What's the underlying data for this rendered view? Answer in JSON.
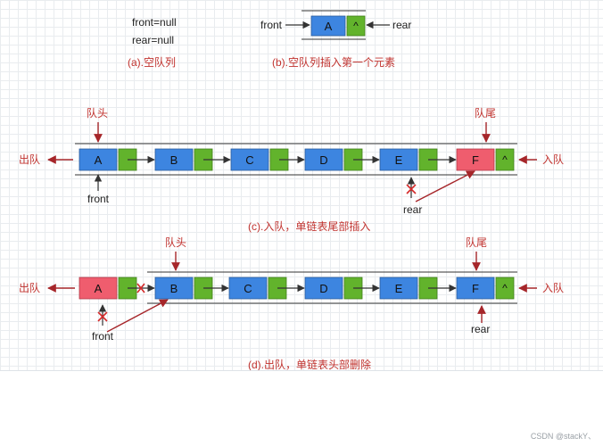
{
  "colors": {
    "node_blue": "#3d85e0",
    "node_green": "#62b32c",
    "node_red": "#ef5d6e",
    "caption_red": "#c1332f",
    "arrow_red": "#a6262a",
    "line_dark": "#333333"
  },
  "panel_a": {
    "front_text": "front=null",
    "rear_text": "rear=null",
    "caption": "(a).空队列"
  },
  "panel_b": {
    "front_label": "front",
    "rear_label": "rear",
    "node_value": "A",
    "null_symbol": "^",
    "caption": "(b).空队列插入第一个元素"
  },
  "panel_c": {
    "head_label": "队头",
    "tail_label": "队尾",
    "dequeue_label": "出队",
    "enqueue_label": "入队",
    "nodes": [
      "A",
      "B",
      "C",
      "D",
      "E",
      "F"
    ],
    "null_symbol": "^",
    "front_label": "front",
    "rear_label": "rear",
    "caption": "(c).入队，单链表尾部插入"
  },
  "panel_d": {
    "head_label": "队头",
    "tail_label": "队尾",
    "dequeue_label": "出队",
    "enqueue_label": "入队",
    "nodes": [
      "A",
      "B",
      "C",
      "D",
      "E",
      "F"
    ],
    "null_symbol": "^",
    "front_label": "front",
    "rear_label": "rear",
    "caption": "(d).出队，单链表头部删除"
  },
  "footer": {
    "watermark": "CSDN @stackY、"
  }
}
